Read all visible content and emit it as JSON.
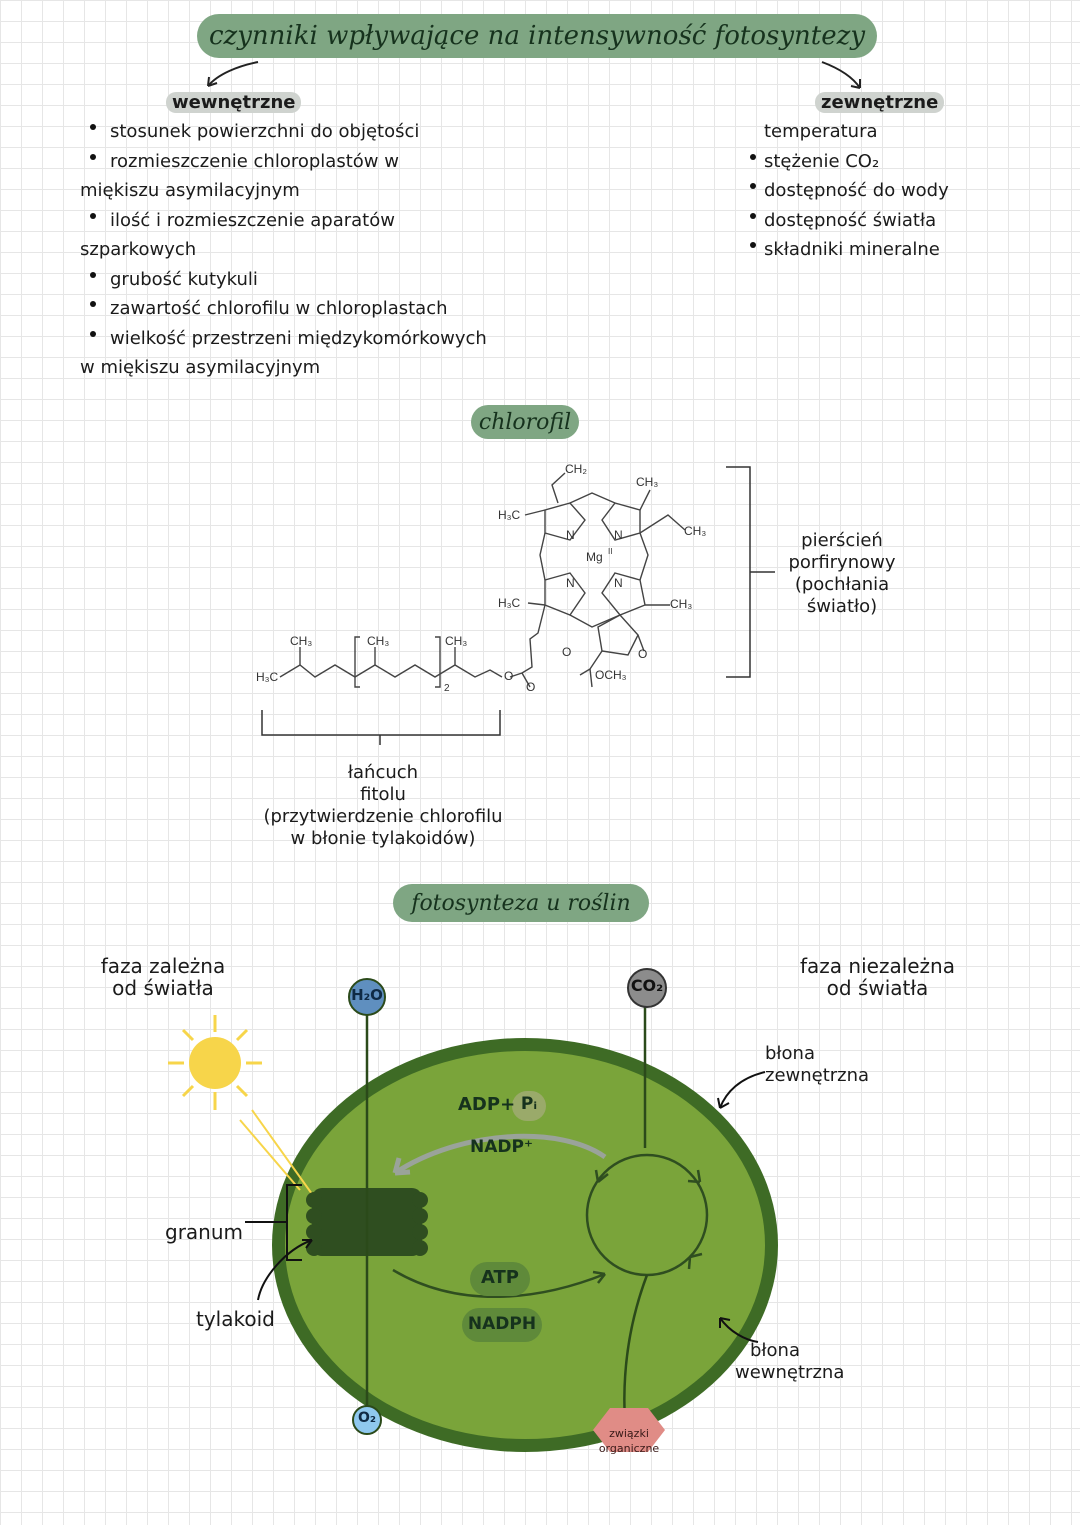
{
  "title": "czynniki wpływające na intensywność fotosyntezy",
  "internal": {
    "heading": "wewnętrzne",
    "items": [
      "stosunek powierzchni do objętości",
      "rozmieszczenie chloroplastów w",
      "miękiszu asymilacyjnym",
      "ilość i rozmieszczenie aparatów",
      "szparkowych",
      "grubość kutykuli",
      "zawartość chlorofilu w chloroplastach",
      "wielkość przestrzeni międzykomórkowych",
      "w miękiszu asymilacyjnym"
    ]
  },
  "external": {
    "heading": "zewnętrzne",
    "items": [
      "temperatura",
      "stężenie CO₂",
      "dostępność do wody",
      "dostępność światła",
      "składniki mineralne"
    ]
  },
  "chlorophyll": {
    "title": "chlorofil",
    "ring_label": [
      "pierścień",
      "porfirynowy",
      "(pochłania światło)"
    ],
    "chain_label": [
      "łańcuch",
      "fitolu",
      "(przytwierdzenie chlorofilu",
      "w błonie tylakoidów)"
    ],
    "formula": {
      "ch2": "CH₂",
      "ch3": "CH₃",
      "h3c": "H₃C",
      "n": "N",
      "mg": "Mg",
      "mg_charge": "II",
      "o": "O",
      "och3": "OCH₃",
      "sub2": "2"
    }
  },
  "photosynthesis": {
    "title": "fotosynteza u roślin",
    "light_phase": [
      "faza zależna",
      "od światła"
    ],
    "dark_phase": [
      "faza niezależna",
      "od światła"
    ],
    "h2o": "H₂O",
    "co2": "CO₂",
    "o2": "O₂",
    "adp": "ADP+",
    "pi": "Pᵢ",
    "nadp": "NADP⁺",
    "atp": "ATP",
    "nadph": "NADPH",
    "granum": "granum",
    "thylakoid": "tylakoid",
    "outer_membrane": [
      "błona",
      "zewnętrzna"
    ],
    "inner_membrane": [
      "błona",
      "wewnętrzna"
    ],
    "organic": [
      "związki",
      "organiczne"
    ]
  },
  "colors": {
    "pill_green": "#7fa683",
    "outer_green": "#3e6b25",
    "inner_green": "#7aa43a",
    "granum": "#2f4e20",
    "sun": "#f7d54a",
    "h2o": "#5f8fbf",
    "o2": "#8fc8ee",
    "co2": "#8c8c8c",
    "organic": "#e08c86"
  }
}
